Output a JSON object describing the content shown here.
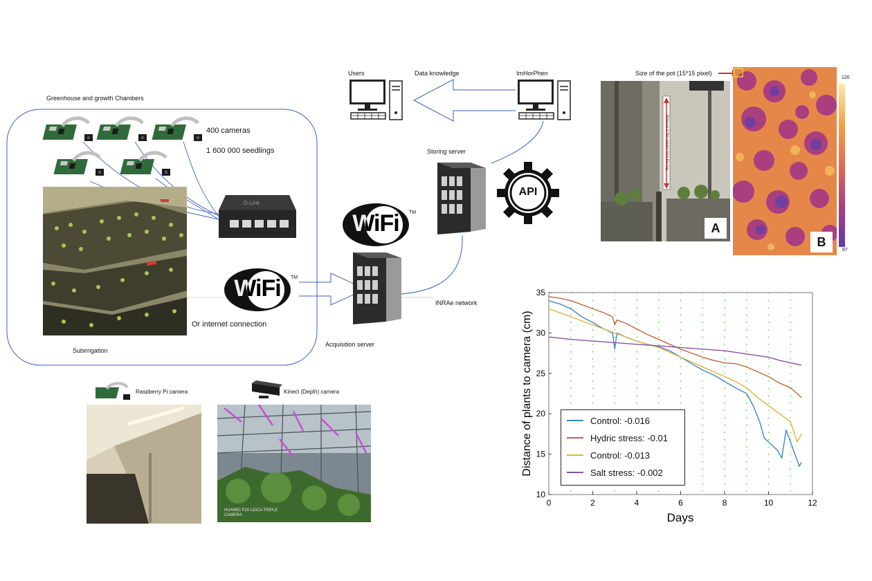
{
  "diagram": {
    "greenhouse_label": "Greenhouse and growth Chambers",
    "cameras_count": "400 cameras",
    "seedlings_count": "1 600 000 seedlings",
    "subirrigation_label": "Subirrigation",
    "internet_label": "Or internet connection",
    "acquisition_label": "Acquisition server",
    "inrae_label": "INRAe network",
    "storing_label": "Storing server",
    "users_label": "Users",
    "data_knowledge_label": "Data knowledge",
    "imhorphen_label": "ImHorPhen",
    "api_label": "API",
    "wifi_text": "WiFi",
    "tm": "TM",
    "switch_brand": "D-Link",
    "raspberry_label": "Raspberry Pi camera",
    "kinect_label": "Kinect (Depth) camera",
    "pot_size_label": "Size of the pot (15*15 pixel)",
    "distance_label": "Distance of the camera from the tray",
    "panel_a": "A",
    "panel_b": "B",
    "colorbar_max": "120",
    "colorbar_min": "87",
    "watermark": "HUAWEI P20 LEICA TRIPLE CAMERA"
  },
  "colors": {
    "flow_line": "#3b5cc4",
    "heatmap_low": "#6f3fa0",
    "heatmap_high": "#f0a030"
  },
  "chart_data": {
    "type": "line",
    "xlabel": "Days",
    "ylabel": "Distance of plants to camera (cm)",
    "xlim": [
      0,
      12
    ],
    "ylim": [
      10,
      35
    ],
    "xticks": [
      0,
      2,
      4,
      6,
      8,
      10,
      12
    ],
    "yticks": [
      10,
      15,
      20,
      25,
      30,
      35
    ],
    "legend_position": "bottom-left",
    "series": [
      {
        "name": "Control: -0.016",
        "color": "#3a86c8",
        "x": [
          0,
          0.5,
          1,
          1.5,
          2,
          2.5,
          2.9,
          3,
          3.1,
          3.5,
          4,
          4.5,
          5,
          5.5,
          6,
          6.5,
          7,
          7.5,
          8,
          8.5,
          9,
          9.3,
          9.6,
          9.8,
          10,
          10.2,
          10.4,
          10.6,
          10.8,
          11,
          11.2,
          11.4,
          11.5
        ],
        "y": [
          34.0,
          33.6,
          33.0,
          32.0,
          31.3,
          30.5,
          30.0,
          28.0,
          30.0,
          29.5,
          29.0,
          28.6,
          28.3,
          27.8,
          27.0,
          26.2,
          25.4,
          24.8,
          24.0,
          23.2,
          22.5,
          21.0,
          19.0,
          17.0,
          16.5,
          16.0,
          15.5,
          14.5,
          18.0,
          16.5,
          15.0,
          13.5,
          14.0
        ]
      },
      {
        "name": "Hydric stress: -0.01",
        "color": "#c4653a",
        "x": [
          0,
          0.5,
          1,
          1.5,
          2,
          2.5,
          2.9,
          3,
          3.1,
          3.5,
          4,
          4.5,
          5,
          5.5,
          6,
          6.5,
          7,
          7.5,
          8,
          8.5,
          9,
          9.5,
          10,
          10.5,
          11,
          11.3,
          11.5
        ],
        "y": [
          34.5,
          34.3,
          34.0,
          33.5,
          33.0,
          32.5,
          32.0,
          31.0,
          31.6,
          31.2,
          30.5,
          29.8,
          29.2,
          28.6,
          28.0,
          27.5,
          27.0,
          26.6,
          26.3,
          26.2,
          25.8,
          25.2,
          24.6,
          23.8,
          23.2,
          22.5,
          22.0
        ]
      },
      {
        "name": "Control: -0.013",
        "color": "#e3b23c",
        "x": [
          0,
          0.5,
          1,
          1.5,
          2,
          2.5,
          3,
          3.5,
          4,
          4.5,
          5,
          5.5,
          6,
          6.5,
          7,
          7.5,
          8,
          8.5,
          9,
          9.5,
          10,
          10.5,
          11,
          11.3,
          11.5
        ],
        "y": [
          33.0,
          32.5,
          32.0,
          31.5,
          31.0,
          30.5,
          30.0,
          29.5,
          29.0,
          28.6,
          28.2,
          27.6,
          27.0,
          26.4,
          25.8,
          25.2,
          24.6,
          24.0,
          23.2,
          22.0,
          21.0,
          20.0,
          19.0,
          16.5,
          17.5
        ]
      },
      {
        "name": "Salt stress: -0.002",
        "color": "#8a4fa8",
        "x": [
          0,
          1,
          2,
          3,
          4,
          5,
          6,
          7,
          8,
          9,
          10,
          10.5,
          11,
          11.5
        ],
        "y": [
          29.5,
          29.2,
          29.0,
          28.8,
          28.6,
          28.4,
          28.2,
          28.0,
          27.8,
          27.4,
          27.0,
          26.6,
          26.3,
          26.0
        ]
      }
    ]
  }
}
